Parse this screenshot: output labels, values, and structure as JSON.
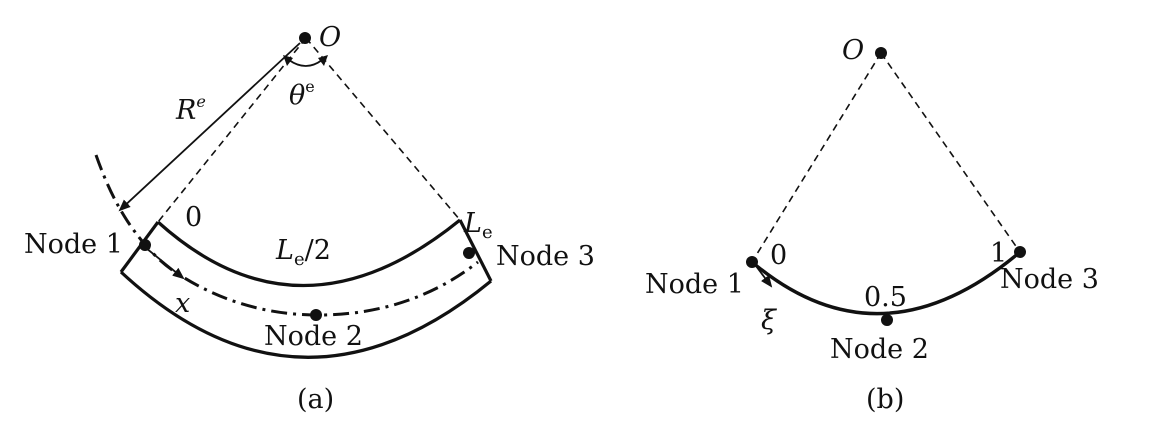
{
  "panel_a": {
    "origin_label": "O",
    "radius_symbol": "R",
    "radius_superscript": "e",
    "angle_symbol": "θ",
    "angle_superscript": "e",
    "start_coord": "0",
    "mid_label_symbol": "L",
    "mid_label_subscript": "e",
    "mid_label_suffix": "/2",
    "end_label_symbol": "L",
    "end_label_subscript": "e",
    "node1": "Node 1",
    "node2": "Node 2",
    "node3": "Node 3",
    "axis_label": "x",
    "caption": "(a)"
  },
  "panel_b": {
    "origin_label": "O",
    "start_coord": "0",
    "mid_coord": "0.5",
    "end_coord": "1",
    "node1": "Node 1",
    "node2": "Node 2",
    "node3": "Node 3",
    "axis_label": "ξ",
    "caption": "(b)"
  }
}
